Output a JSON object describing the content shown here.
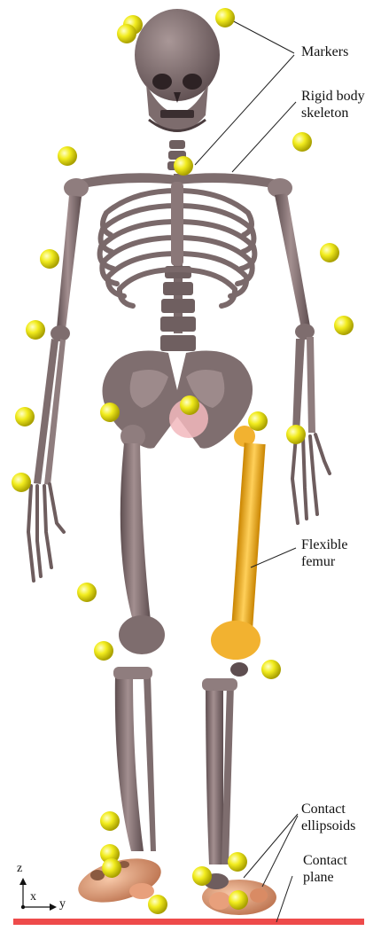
{
  "annotations": {
    "markers": "Markers",
    "rigid_body_line1": "Rigid body",
    "rigid_body_line2": "skeleton",
    "flexible_line1": "Flexible",
    "flexible_line2": "femur",
    "ellipsoids_line1": "Contact",
    "ellipsoids_line2": "ellipsoids",
    "plane_line1": "Contact",
    "plane_line2": "plane"
  },
  "axes": {
    "z": "z",
    "x": "x",
    "y": "y"
  },
  "colors": {
    "bone": "#8a7778",
    "bone_dark": "#5e4e50",
    "bone_light": "#a89697",
    "flexible_femur": "#f2b230",
    "marker": "#f2ec1e",
    "contact_ellipsoid": "#e8a07c",
    "contact_plane": "#ee4b4b",
    "pelvic_sphere": "#f2b9bd"
  }
}
